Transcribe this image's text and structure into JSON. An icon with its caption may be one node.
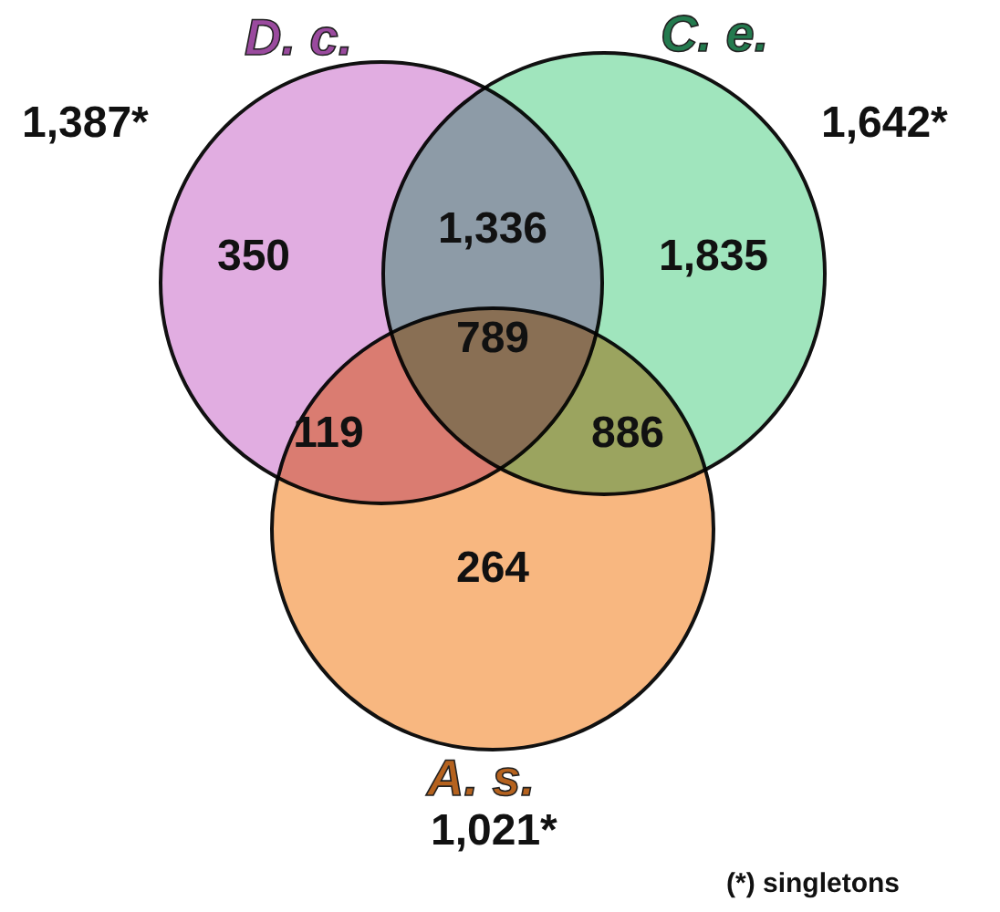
{
  "diagram": {
    "nodes": [
      {
        "text": [
          "D. c."
        ],
        "beside": [
          "1,387*"
        ]
      },
      {
        "text": [
          "C. e."
        ],
        "beside": [
          "1,642*"
        ]
      },
      {
        "text": [
          "A. s."
        ],
        "beside": [
          "1,021*"
        ]
      }
    ],
    "labels": [
      "350",
      "1,336",
      "1,835",
      "789",
      "119",
      "886",
      "264",
      "(*) singletons"
    ]
  }
}
